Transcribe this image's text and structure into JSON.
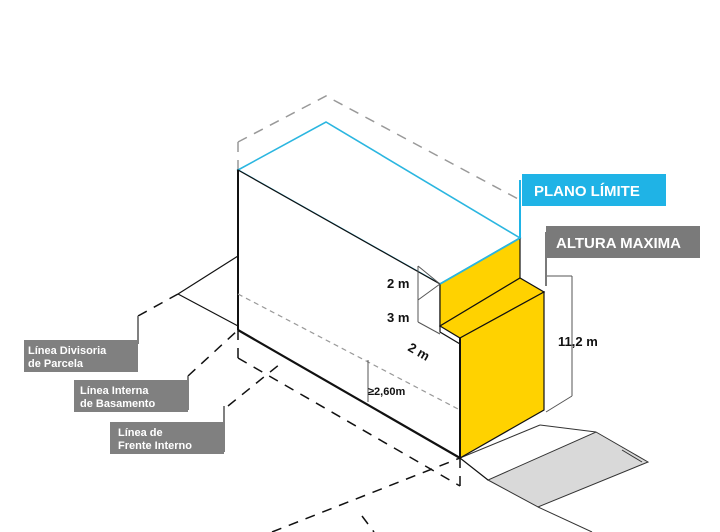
{
  "labels": {
    "plano_limite": "PLANO LÍMITE",
    "altura_maxima": "ALTURA MAXIMA",
    "linea_divisoria": [
      "Línea Divisoria",
      "de Parcela"
    ],
    "linea_interna": [
      "Línea Interna",
      "de Basamento"
    ],
    "linea_frente": [
      "Línea de",
      "Frente Interno"
    ]
  },
  "dimensions": {
    "d_2m_top": "2 m",
    "d_3m": "3 m",
    "d_2m_depth": "2 m",
    "d_total": "11,2 m",
    "d_min": "≥2,60m"
  },
  "colors": {
    "setback_fill": "#FFD200",
    "plane_outline": "#2BB6E0",
    "plano_tag": "#1FB3E6",
    "altura_tag": "#7A7A7A",
    "label_tag": "#808080",
    "sidewalk": "#D9D9D9"
  }
}
